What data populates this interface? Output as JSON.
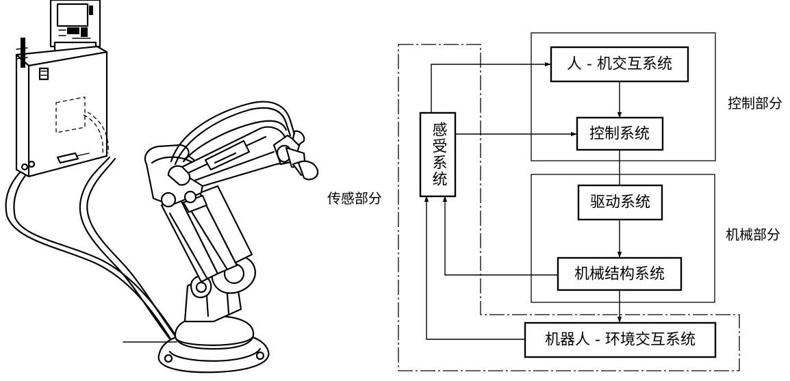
{
  "diagram": {
    "nodes": {
      "human_machine": "人 - 机交互系统",
      "control": "控制系统",
      "drive": "驱动系统",
      "mechanical": "机械结构系统",
      "environment": "机器人 - 环境交互系统",
      "sensing": "感受系统"
    },
    "groups": {
      "control_part": "控制部分",
      "mechanical_part": "机械部分",
      "sensing_part": "传感部分"
    }
  }
}
